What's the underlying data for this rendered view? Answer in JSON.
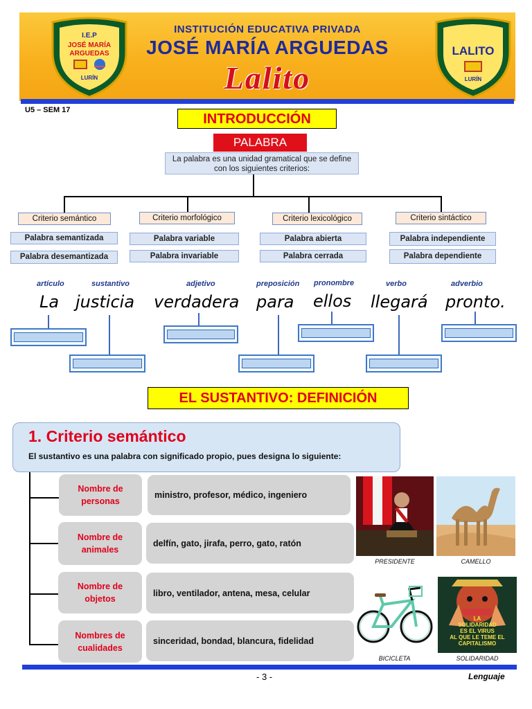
{
  "header": {
    "line1": "INSTITUCIÓN EDUCATIVA PRIVADA",
    "line2": "JOSÉ MARÍA ARGUEDAS",
    "line3": "Lalito",
    "left_logo": {
      "top": "I.E.P",
      "name1": "JOSÉ MARÍA",
      "name2": "ARGUEDAS",
      "place": "LURÍN"
    },
    "right_logo": {
      "name": "LALITO",
      "place": "LURÍN"
    }
  },
  "unit_label": "U5 – SEM 17",
  "intro_title": "INTRODUCCIÓN",
  "palabra_label": "PALABRA",
  "palabra_definition": "La palabra es una unidad gramatical que se define con los siguientes criterios:",
  "criteria": [
    {
      "label": "Criterio semántico",
      "words": [
        "Palabra semantizada",
        "Palabra desemantizada"
      ]
    },
    {
      "label": "Criterio morfológico",
      "words": [
        "Palabra variable",
        "Palabra invariable"
      ]
    },
    {
      "label": "Criterio lexicológico",
      "words": [
        "Palabra abierta",
        "Palabra cerrada"
      ]
    },
    {
      "label": "Criterio sintáctico",
      "words": [
        "Palabra independiente",
        "Palabra dependiente"
      ]
    }
  ],
  "sentence": {
    "categories": [
      "artículo",
      "sustantivo",
      "adjetivo",
      "preposición",
      "pronombre",
      "verbo",
      "adverbio"
    ],
    "words": [
      "La",
      "justicia",
      "verdadera",
      "para",
      "ellos",
      "llegará",
      "pronto."
    ]
  },
  "section_title": "EL SUSTANTIVO: DEFINICIÓN",
  "criterio_semantico": {
    "title": "1. Criterio semántico",
    "text": "El sustantivo es una palabra con significado propio, pues designa lo siguiente:",
    "rows": [
      {
        "nombre1": "Nombre de",
        "nombre2": "personas",
        "ejemplos": "ministro, profesor, médico, ingeniero"
      },
      {
        "nombre1": "Nombre de",
        "nombre2": "animales",
        "ejemplos": "delfín, gato, jirafa, perro, gato, ratón"
      },
      {
        "nombre1": "Nombre de",
        "nombre2": "objetos",
        "ejemplos": "libro, ventilador, antena, mesa, celular"
      },
      {
        "nombre1": "Nombres de",
        "nombre2": "cualidades",
        "ejemplos": "sinceridad, bondad, blancura, fidelidad"
      }
    ]
  },
  "images": {
    "captions": [
      "PRESIDENTE",
      "CAMELLO",
      "BICICLETA",
      "SOLIDARIDAD"
    ],
    "poster_text": [
      "LA",
      "SOLIDARIDAD",
      "ES EL VIRUS",
      "AL QUE LE TEME EL",
      "CAPITALISMO"
    ]
  },
  "footer": {
    "page": "-   3   -",
    "subject": "Lenguaje"
  }
}
